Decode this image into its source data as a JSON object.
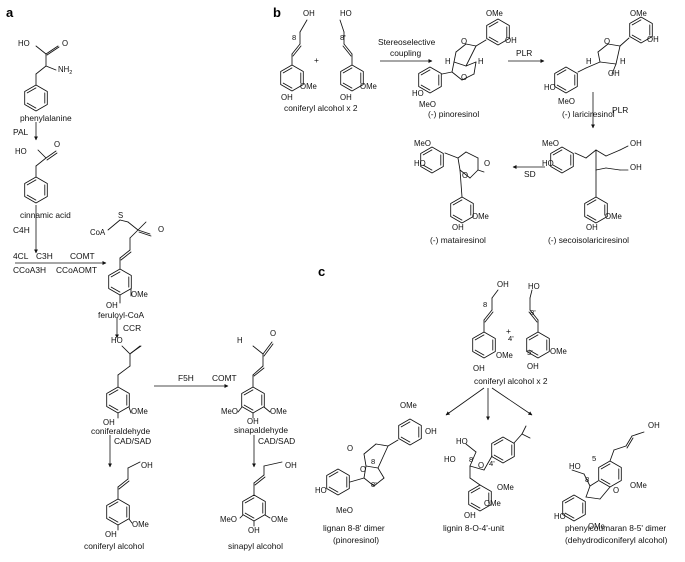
{
  "panels": {
    "a": "a",
    "b": "b",
    "c": "c"
  },
  "panel_a": {
    "compounds": {
      "phenylalanine": "phenylalanine",
      "cinnamic_acid": "cinnamic acid",
      "feruloyl_coa": "feruloyl-CoA",
      "coniferaldehyde": "coniferaldehyde",
      "sinapaldehyde": "sinapaldehyde",
      "coniferyl_alcohol": "coniferyl alcohol",
      "sinapyl_alcohol": "sinapyl alcohol"
    },
    "enzymes": {
      "pal": "PAL",
      "c4h": "C4H",
      "fourcl": "4CL",
      "c3h": "C3H",
      "comt1": "COMT",
      "ccoa3h": "CCoA3H",
      "ccoaomt": "CCoAOMT",
      "ccr": "CCR",
      "f5h": "F5H",
      "comt2": "COMT",
      "cadsad1": "CAD/SAD",
      "cadsad2": "CAD/SAD"
    },
    "atoms": {
      "o": "O",
      "oh": "OH",
      "ho": "HO",
      "nh2": "NH",
      "nh2_sub": "2",
      "ome": "OMe",
      "meo": "MeO",
      "coa": "CoA",
      "s": "S",
      "h": "H"
    }
  },
  "panel_b": {
    "compounds": {
      "coniferyl_x2": "coniferyl alcohol x 2",
      "pinoresinol": "(-) pinoresinol",
      "lariciresinol": "(-) lariciresinol",
      "matairesinol": "(-) matairesinol",
      "secoisolariciresinol": "(-) secoisolariciresinol"
    },
    "steps": {
      "coupling_1": "Stereoselective",
      "coupling_2": "coupling",
      "plr1": "PLR",
      "plr2": "PLR",
      "sd": "SD"
    },
    "positions": {
      "p8": "8",
      "p8p": "8'"
    },
    "plus": "+"
  },
  "panel_c": {
    "compounds": {
      "coniferyl_x2": "coniferyl alcohol x 2",
      "lignan_1": "lignan 8-8' dimer",
      "lignan_2": "(pinoresinol)",
      "lignin_unit": "lignin 8-O-4'-unit",
      "phenyl_1": "phenylcoumaran 8-5' dimer",
      "phenyl_2": "(dehydrodiconiferyl alcohol)"
    },
    "positions": {
      "p8": "8",
      "p8p": "8'",
      "p4p": "4'",
      "p5p": "5'",
      "p5": "5",
      "p8o4": "8"
    },
    "plus": "+"
  }
}
